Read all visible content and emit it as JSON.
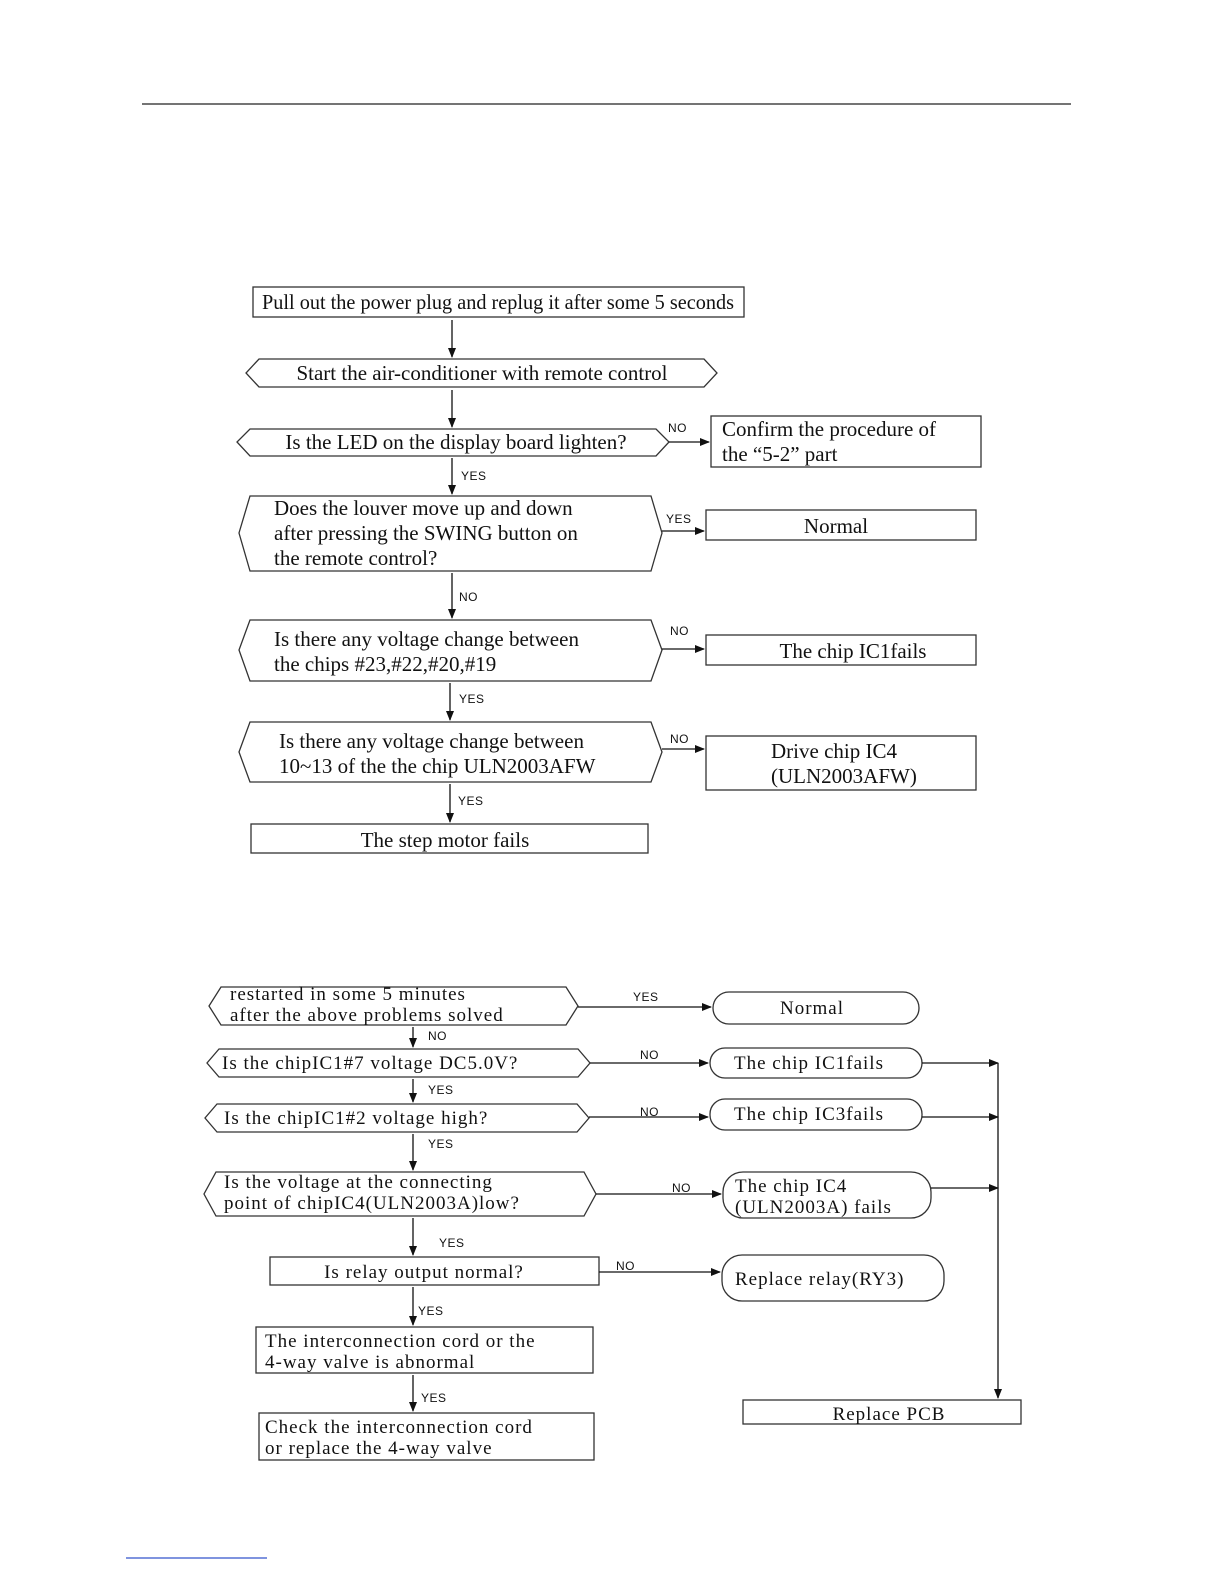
{
  "flow1": {
    "step1": "Pull out the power plug and replug it after some 5 seconds",
    "step2": "Start the air-conditioner with remote control",
    "q_led": "Is the LED on the display board lighten?",
    "a_led_no_line1": "Confirm the procedure of",
    "a_led_no_line2": "the “5-2” part",
    "q_louver_line1": "Does the louver move up and down",
    "q_louver_line2": "after pressing the SWING button on",
    "q_louver_line3": "the remote control?",
    "a_normal": "Normal",
    "q_chips_line1": "Is there any voltage change between",
    "q_chips_line2": "the chips #23,#22,#20,#19",
    "a_ic1": "The chip IC1fails",
    "q_uln_line1": "Is there any voltage change between",
    "q_uln_line2": "10~13 of the the chip ULN2003AFW",
    "a_ic4_line1": "Drive chip IC4",
    "a_ic4_line2": "(ULN2003AFW)",
    "end": "The step motor fails",
    "yes": "YES",
    "no": "NO"
  },
  "flow2": {
    "q_restart_line1": "restarted in some 5 minutes",
    "q_restart_line2": "after the above problems solved",
    "a_normal": "Normal",
    "q_ic1_7": "Is the chipIC1#7 voltage DC5.0V?",
    "a_ic1": "The chip IC1fails",
    "q_ic1_2": "Is the chipIC1#2 voltage high?",
    "a_ic3": "The chip IC3fails",
    "q_ic4_line1": "Is the voltage at the connecting",
    "q_ic4_line2": "point of chipIC4(ULN2003A)low?",
    "a_ic4_line1": "The chip IC4",
    "a_ic4_line2": "(ULN2003A) fails",
    "q_relay": "Is relay output normal?",
    "a_relay": "Replace relay(RY3)",
    "step_cord_line1": "The interconnection cord or the",
    "step_cord_line2": "4-way valve is abnormal",
    "end_line1": "Check the interconnection cord",
    "end_line2": "or replace the 4-way valve",
    "replace_pcb": "Replace PCB",
    "yes": "YES",
    "no": "NO"
  }
}
